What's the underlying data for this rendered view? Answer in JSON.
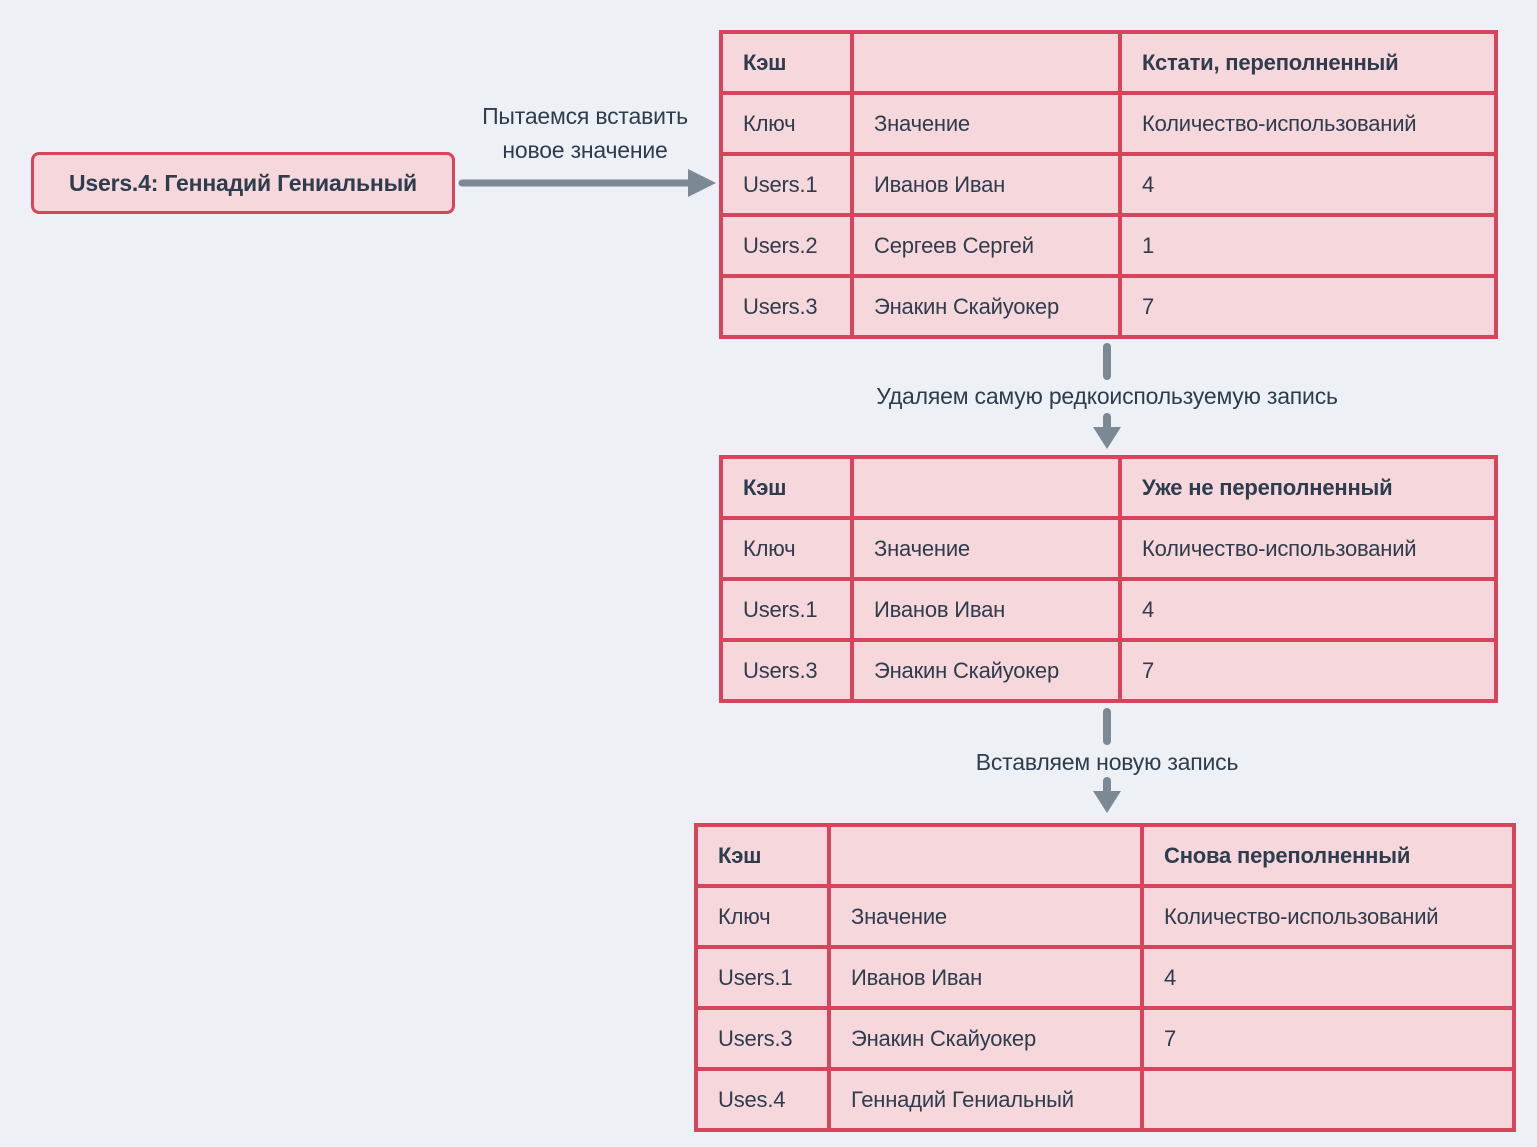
{
  "colors": {
    "background": "#edf1f5",
    "table-border": "#d6455b",
    "cell-fill": "#f6d7db",
    "text": "#2e3c4e",
    "arrow": "#7c8894"
  },
  "start_box": {
    "label": "Users.4: Геннадий Гениальный"
  },
  "insert_arrow": {
    "line1": "Пытаемся вставить",
    "line2": "новое значение"
  },
  "steps": [
    {
      "label": "Удаляем самую редкоиспользуемую запись"
    },
    {
      "label": "Вставляем новую запись"
    }
  ],
  "tables": [
    {
      "title": "Кэш",
      "status": "Кстати, переполненный",
      "rows": [
        [
          "Ключ",
          "Значение",
          "Количество-использований"
        ],
        [
          "Users.1",
          "Иванов Иван",
          "4"
        ],
        [
          "Users.2",
          "Сергеев Сергей",
          "1"
        ],
        [
          "Users.3",
          "Энакин Скайуокер",
          "7"
        ]
      ]
    },
    {
      "title": "Кэш",
      "status": "Уже не переполненный",
      "rows": [
        [
          "Ключ",
          "Значение",
          "Количество-использований"
        ],
        [
          "Users.1",
          "Иванов Иван",
          "4"
        ],
        [
          "Users.3",
          "Энакин Скайуокер",
          "7"
        ]
      ]
    },
    {
      "title": "Кэш",
      "status": "Снова переполненный",
      "rows": [
        [
          "Ключ",
          "Значение",
          "Количество-использований"
        ],
        [
          "Users.1",
          "Иванов Иван",
          "4"
        ],
        [
          "Users.3",
          "Энакин Скайуокер",
          "7"
        ],
        [
          "Uses.4",
          "Геннадий Гениальный",
          ""
        ]
      ]
    }
  ]
}
